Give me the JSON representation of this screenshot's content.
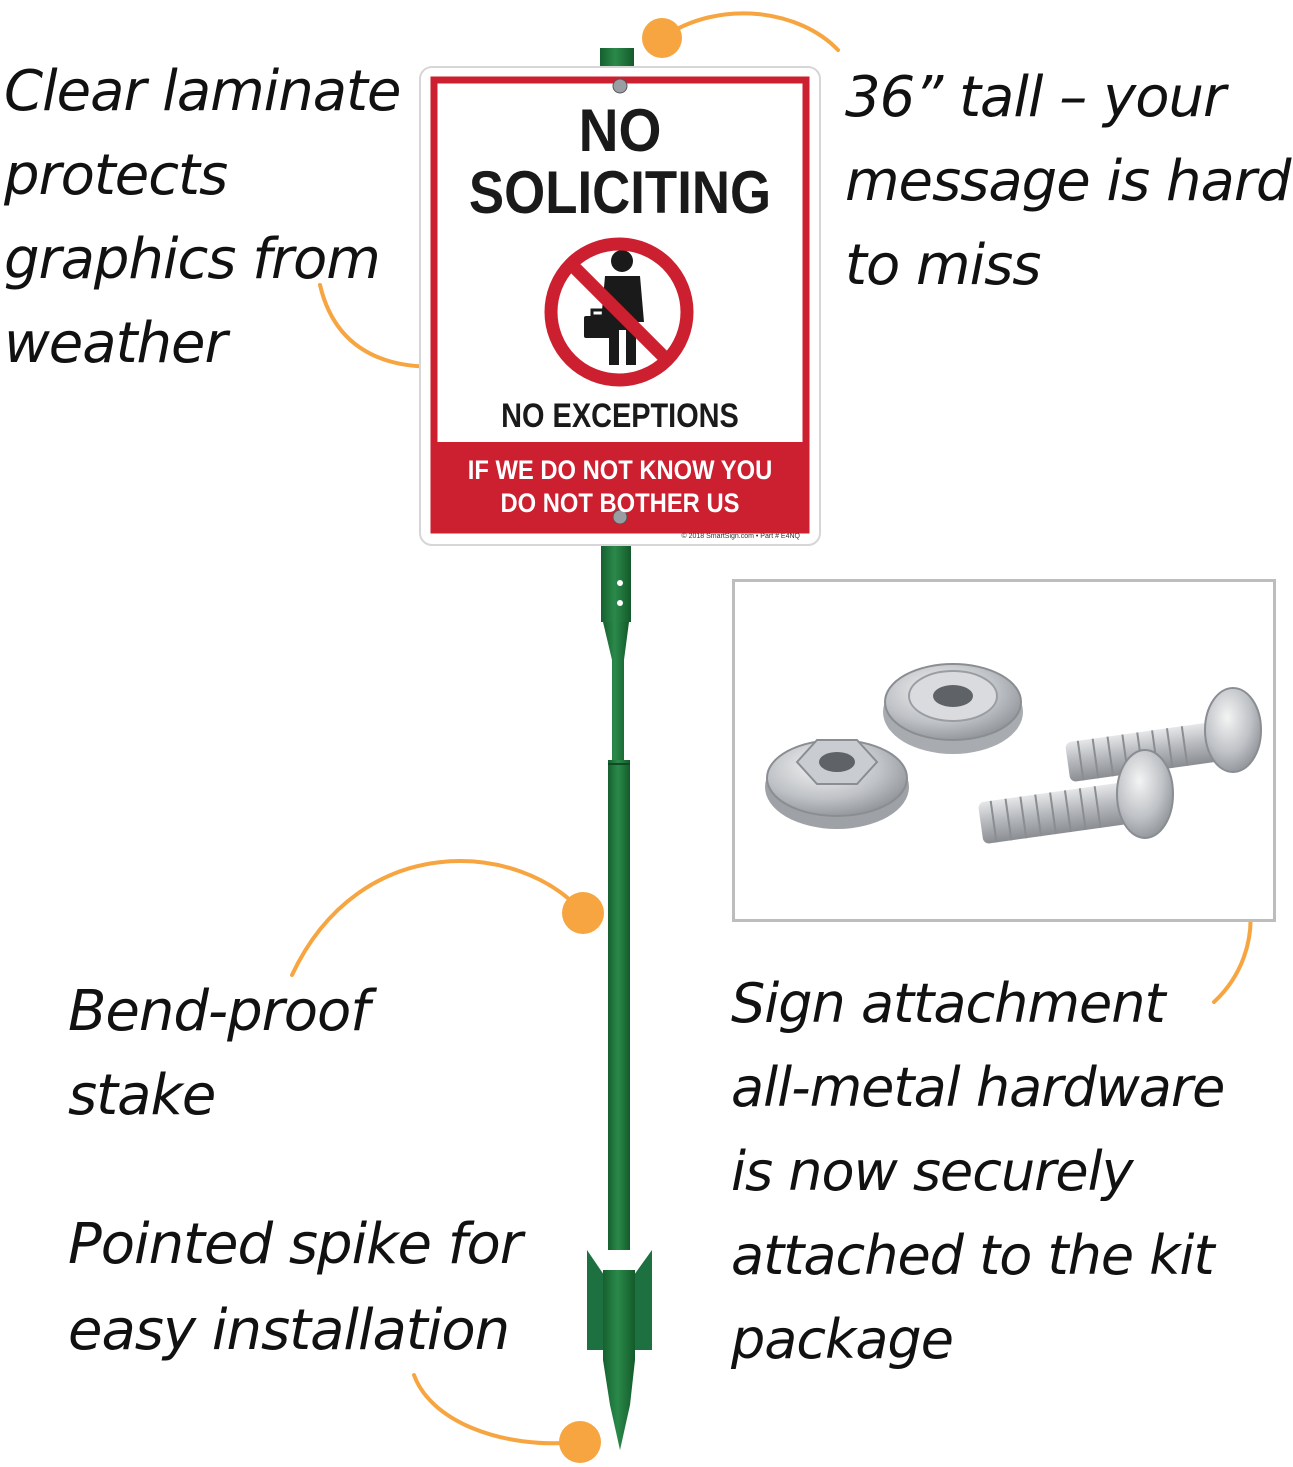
{
  "callouts": {
    "laminate": [
      "Clear laminate",
      "protects",
      "graphics from",
      "weather"
    ],
    "height": [
      "36” tall – your",
      "message is hard",
      "to miss"
    ],
    "stake": [
      "Bend-proof",
      "stake"
    ],
    "spike": [
      "Pointed spike for",
      "easy installation"
    ],
    "hardware": [
      "Sign attachment",
      "all-metal hardware",
      "is now securely",
      "attached to the kit",
      "package"
    ]
  },
  "sign": {
    "title_line1": "NO",
    "title_line2": "SOLICITING",
    "subtitle": "NO EXCEPTIONS",
    "banner_line1": "IF WE DO NOT KNOW YOU",
    "banner_line2": "DO NOT BOTHER US",
    "fineprint": "© 2018  SmartSign.com • Part # E4NQ"
  },
  "colors": {
    "accent_orange": "#f7a541",
    "sign_red": "#cc1f2f",
    "stake_green": "#1f7a3e"
  },
  "icons": [
    "no-entry-icon",
    "person-with-briefcase-icon",
    "hex-nut-icon",
    "flange-nut-icon",
    "screw-icon"
  ]
}
